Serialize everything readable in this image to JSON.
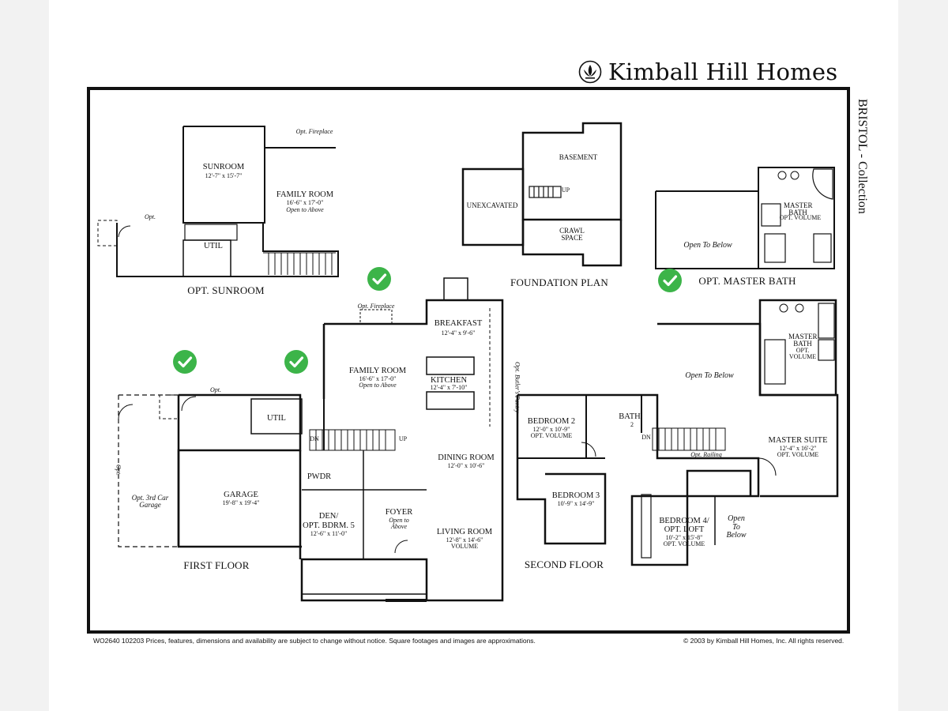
{
  "brand": {
    "name": "Kimball Hill Homes",
    "logo_icon": "lotus-icon"
  },
  "collection": "BRISTOL - Collection",
  "sections": {
    "opt_sunroom": "OPT. SUNROOM",
    "foundation_plan": "FOUNDATION PLAN",
    "opt_master_bath": "OPT. MASTER BATH",
    "first_floor": "FIRST FLOOR",
    "second_floor": "SECOND FLOOR"
  },
  "rooms": {
    "sunroom": {
      "name": "SUNROOM",
      "dim": "12'-7\" x 15'-7\""
    },
    "family_room_opt": {
      "name": "FAMILY ROOM",
      "dim": "16'-6\" x 17'-0\"",
      "note": "Open to Above"
    },
    "util_opt": "UTIL",
    "opt_fireplace_top": "Opt. Fireplace",
    "opt_top": "Opt.",
    "basement": "BASEMENT",
    "unexcavated": "UNEXCAVATED",
    "crawl_space": "CRAWL SPACE",
    "up_stair": "UP",
    "open_to_below_bath": "Open To Below",
    "master_bath_opt": {
      "name": "MASTER BATH",
      "dim": "OPT. VOLUME"
    },
    "opt_fireplace": "Opt. Fireplace",
    "breakfast": {
      "name": "BREAKFAST",
      "dim": "12'-4\" x 9'-6\""
    },
    "family_room": {
      "name": "FAMILY ROOM",
      "dim": "16'-6\" x 17'-0\"",
      "note": "Open to Above"
    },
    "kitchen": {
      "name": "KITCHEN",
      "dim": "12'-4\" x 7'-10\""
    },
    "opt_butlers_pantry": "Opt. Butler's Pantry",
    "dining_room": {
      "name": "DINING ROOM",
      "dim": "12'-0\" x 10'-6\""
    },
    "util": "UTIL",
    "pwdr": "PWDR",
    "garage": {
      "name": "GARAGE",
      "dim": "19'-8\" x 19'-4\""
    },
    "opt_3rd_car": "Opt. 3rd Car Garage",
    "den": {
      "name": "DEN/",
      "name2": "OPT. BDRM. 5",
      "dim": "12'-6\" x 11'-0\""
    },
    "foyer": {
      "name": "FOYER",
      "note": "Open to Above"
    },
    "living_room": {
      "name": "LIVING ROOM",
      "dim": "12'-8\" x 14'-6\"",
      "note": "VOLUME"
    },
    "dn": "DN",
    "up": "UP",
    "opt_label": "Opt.",
    "opt_side": "Opt.",
    "master_bath": {
      "name": "MASTER BATH",
      "dim": "OPT. VOLUME"
    },
    "open_to_below_2": "Open To Below",
    "bedroom2": {
      "name": "BEDROOM 2",
      "dim": "12'-0\" x 10'-9\"",
      "note": "OPT. VOLUME"
    },
    "bath2": {
      "name": "BATH",
      "num": "2"
    },
    "master_suite": {
      "name": "MASTER SUITE",
      "dim": "12'-4\" x 16'-2\"",
      "note": "OPT. VOLUME"
    },
    "opt_railing": "Opt. Railing",
    "dn2": "DN",
    "bedroom3": {
      "name": "BEDROOM 3",
      "dim": "10'-9\" x 14'-9\""
    },
    "bedroom4": {
      "name": "BEDROOM 4/",
      "name2": "OPT. LOFT",
      "dim": "10'-2\" x 15'-8\"",
      "note": "OPT. VOLUME"
    },
    "open_to_below_3": "Open To Below"
  },
  "footer": {
    "left": "WO2640  102203   Prices, features, dimensions and availability are subject to change without notice. Square footages and images are approximations.",
    "right": "© 2003 by Kimball Hill Homes, Inc.  All rights reserved."
  },
  "markers": {
    "checkmark_color": "#3cb449"
  }
}
